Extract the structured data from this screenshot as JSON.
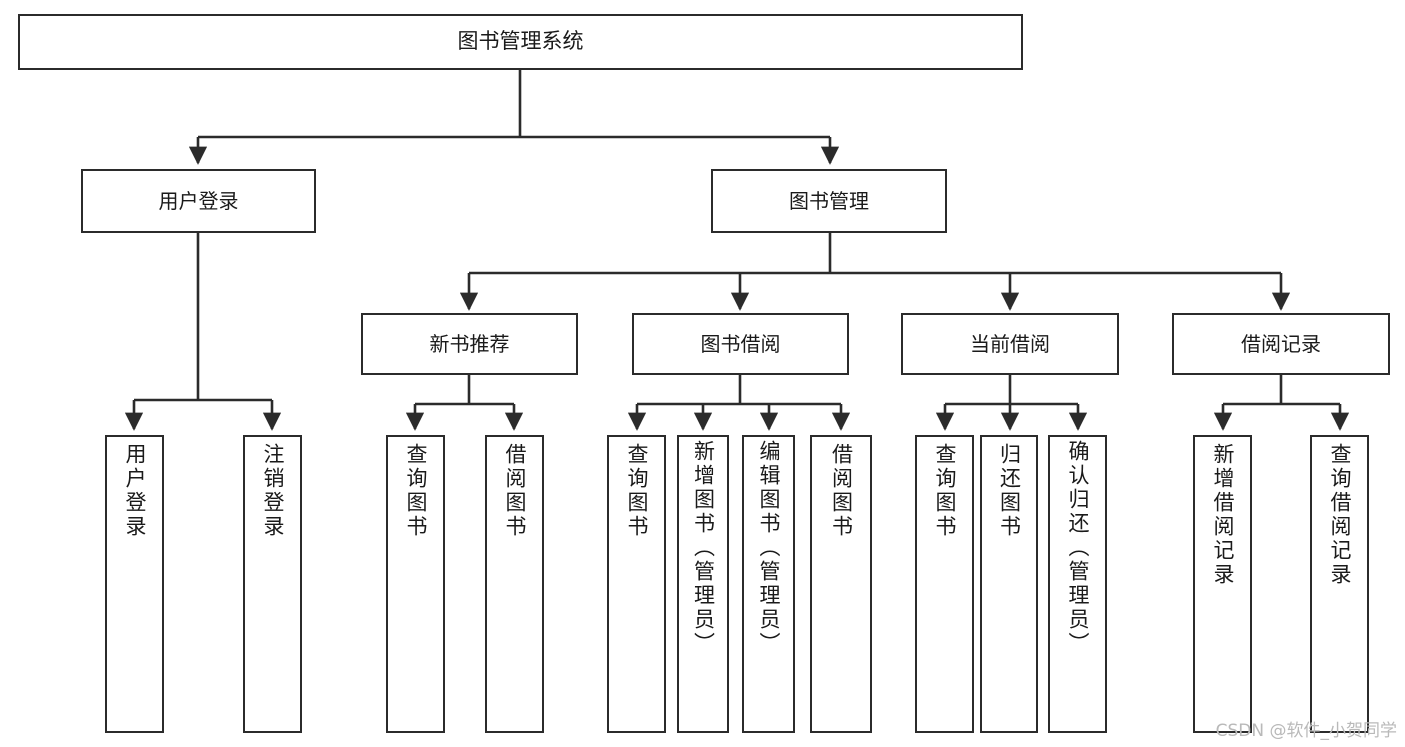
{
  "diagram": {
    "type": "tree",
    "title": "图书管理系统",
    "orientation": "top-down",
    "colors": {
      "box_border": "#2b2b2b",
      "box_fill": "#ffffff",
      "connector": "#2b2b2b",
      "text": "#1a1a1a",
      "watermark": "#b9b9b9",
      "background": "#ffffff"
    },
    "root": {
      "label": "图书管理系统"
    },
    "level2": [
      {
        "label": "用户登录"
      },
      {
        "label": "图书管理"
      }
    ],
    "level3": [
      {
        "label": "新书推荐"
      },
      {
        "label": "图书借阅"
      },
      {
        "label": "当前借阅"
      },
      {
        "label": "借阅记录"
      }
    ],
    "leaves": {
      "user_login": [
        {
          "label": "用户登录"
        },
        {
          "label": "注销登录"
        }
      ],
      "new_book": [
        {
          "label": "查询图书"
        },
        {
          "label": "借阅图书"
        }
      ],
      "book_borrow": [
        {
          "label": "查询图书"
        },
        {
          "label": "新增图书（管理员）"
        },
        {
          "label": "编辑图书（管理员）"
        },
        {
          "label": "借阅图书"
        }
      ],
      "current_borrow": [
        {
          "label": "查询图书"
        },
        {
          "label": "归还图书"
        },
        {
          "label": "确认归还（管理员）"
        }
      ],
      "borrow_record": [
        {
          "label": "新增借阅记录"
        },
        {
          "label": "查询借阅记录"
        }
      ]
    }
  },
  "watermark": {
    "text": "CSDN @软件_小贺同学"
  }
}
